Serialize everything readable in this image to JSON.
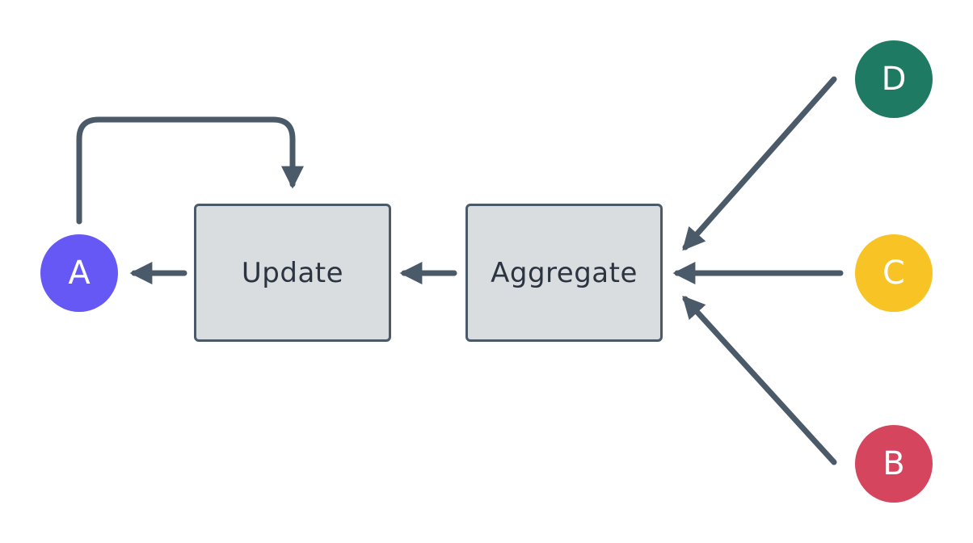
{
  "diagram": {
    "boxes": {
      "update": {
        "label": "Update"
      },
      "aggregate": {
        "label": "Aggregate"
      }
    },
    "nodes": {
      "a": {
        "label": "A",
        "color": "#6558f5"
      },
      "b": {
        "label": "B",
        "color": "#d5455d"
      },
      "c": {
        "label": "C",
        "color": "#f7c325"
      },
      "d": {
        "label": "D",
        "color": "#1f7a64"
      }
    },
    "edge_color": "#4a5a68",
    "edges": [
      {
        "from": "Update",
        "to": "A"
      },
      {
        "from": "A",
        "to": "Update",
        "kind": "loop"
      },
      {
        "from": "Aggregate",
        "to": "Update"
      },
      {
        "from": "D",
        "to": "Aggregate"
      },
      {
        "from": "C",
        "to": "Aggregate"
      },
      {
        "from": "B",
        "to": "Aggregate"
      }
    ]
  }
}
